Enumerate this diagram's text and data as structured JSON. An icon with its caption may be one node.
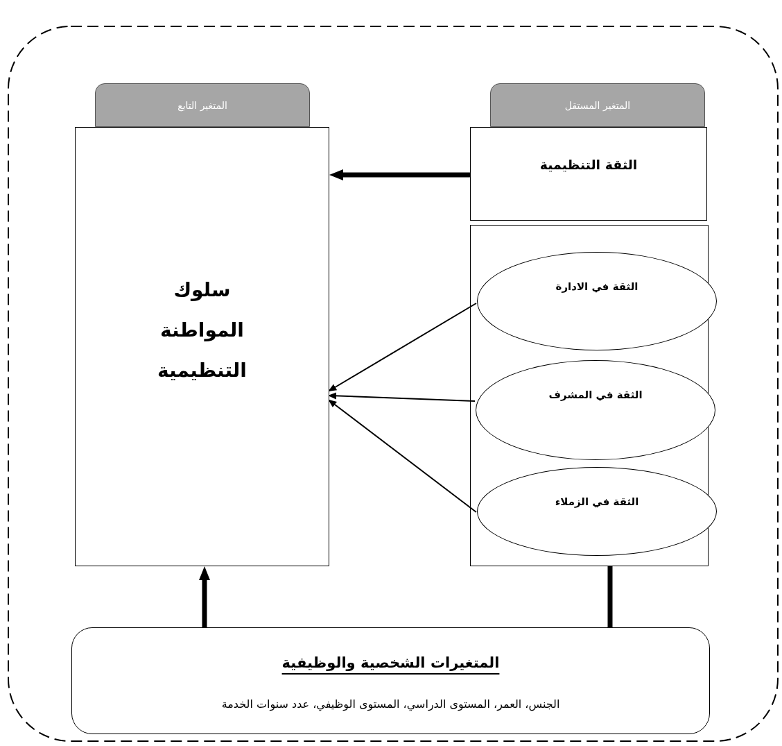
{
  "diagram": {
    "nodes": [
      {
        "text": [
          "المتغير التابع"
        ]
      },
      {
        "text": [
          "المتغير المستقل"
        ]
      },
      {
        "text": [
          "سلوك المواطنة التنظيمية"
        ]
      },
      {
        "text": [
          "الثقة التنظيمية"
        ]
      },
      {
        "text": [],
        "shape": "box"
      },
      {
        "text": [
          "الثقة في الادارة"
        ],
        "in": 4
      },
      {
        "text": [
          "الثقة في المشرف"
        ],
        "in": 4
      },
      {
        "text": [
          "الثقة في الزملاء"
        ],
        "in": 4
      },
      {
        "text": [
          "المتغيرات الشخصية والوظيفية",
          "الجنس، العمر، المستوى الدراسي، المستوى الوظيفي، عدد سنوات الخدمة"
        ]
      }
    ],
    "edges": [
      {
        "from": 3,
        "to": 2,
        "arrow": "to",
        "style": "thick"
      },
      {
        "from": 5,
        "to": 2,
        "arrow": "to"
      },
      {
        "from": 6,
        "to": 2,
        "arrow": "to"
      },
      {
        "from": 7,
        "to": 2,
        "arrow": "to"
      },
      {
        "from": 8,
        "to": 2,
        "arrow": "to",
        "style": "thick"
      },
      {
        "from": 4,
        "to": 8,
        "arrow": "none",
        "style": "thick"
      }
    ]
  }
}
